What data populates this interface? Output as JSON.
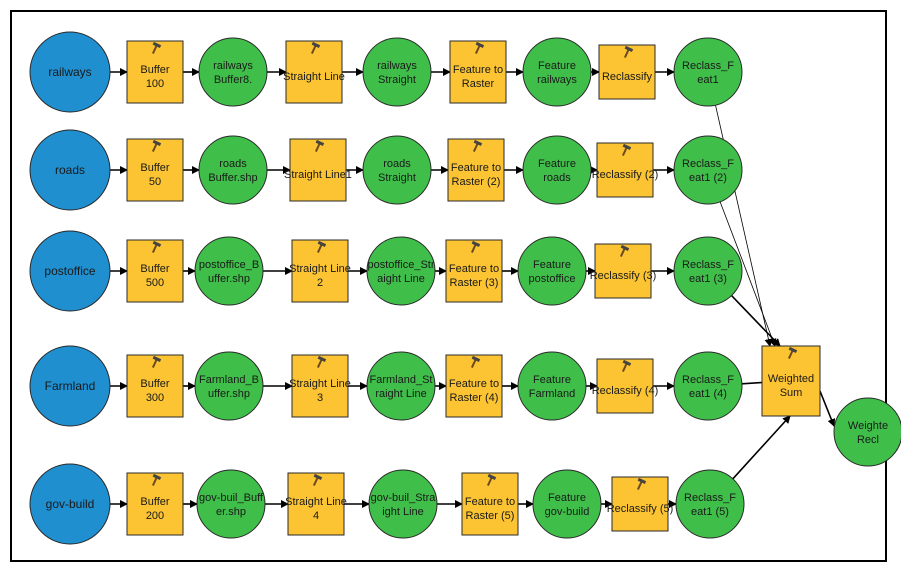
{
  "colors": {
    "input": "#1f8fd0",
    "tool": "#fcc432",
    "output": "#3fbf4a",
    "arrow": "#000000"
  },
  "rows": [
    {
      "input": "railways",
      "buffer": [
        "Buffer",
        "100"
      ],
      "buffer_out": [
        "railways",
        "Buffer8."
      ],
      "straight": [
        "Straight Line"
      ],
      "straight_out": [
        "railways",
        "Straight"
      ],
      "f2r": [
        "Feature to",
        "Raster"
      ],
      "f2r_out": [
        "Feature",
        "railways"
      ],
      "reclass": [
        "Reclassify"
      ],
      "reclass_out": [
        "Reclass_F",
        "eat1"
      ]
    },
    {
      "input": "roads",
      "buffer": [
        "Buffer",
        "50"
      ],
      "buffer_out": [
        "roads",
        "Buffer.shp"
      ],
      "straight": [
        "Straight Line1"
      ],
      "straight_out": [
        "roads",
        "Straight"
      ],
      "f2r": [
        "Feature to",
        "Raster (2)"
      ],
      "f2r_out": [
        "Feature",
        "roads"
      ],
      "reclass": [
        "Reclassify (2)"
      ],
      "reclass_out": [
        "Reclass_F",
        "eat1 (2)"
      ]
    },
    {
      "input": "postoffice",
      "buffer": [
        "Buffer",
        "500"
      ],
      "buffer_out": [
        "postoffice_B",
        "uffer.shp"
      ],
      "straight": [
        "Straight Line",
        "2"
      ],
      "straight_out": [
        "postoffice_Str",
        "aight Line"
      ],
      "f2r": [
        "Feature to",
        "Raster (3)"
      ],
      "f2r_out": [
        "Feature",
        "postoffice"
      ],
      "reclass": [
        "Reclassify (3)"
      ],
      "reclass_out": [
        "Reclass_F",
        "eat1 (3)"
      ]
    },
    {
      "input": "Farmland",
      "buffer": [
        "Buffer",
        "300"
      ],
      "buffer_out": [
        "Farmland_B",
        "uffer.shp"
      ],
      "straight": [
        "Straight Line",
        "3"
      ],
      "straight_out": [
        "Farmland_St",
        "raight Line"
      ],
      "f2r": [
        "Feature to",
        "Raster (4)"
      ],
      "f2r_out": [
        "Feature",
        "Farmland"
      ],
      "reclass": [
        "Reclassify (4)"
      ],
      "reclass_out": [
        "Reclass_F",
        "eat1 (4)"
      ]
    },
    {
      "input": "gov-build",
      "buffer": [
        "Buffer",
        "200"
      ],
      "buffer_out": [
        "gov-buil_Buff",
        "er.shp"
      ],
      "straight": [
        "Straight Line",
        "4"
      ],
      "straight_out": [
        "gov-buil_Stra",
        "ight Line"
      ],
      "f2r": [
        "Feature to",
        "Raster (5)"
      ],
      "f2r_out": [
        "Feature",
        "gov-build"
      ],
      "reclass": [
        "Reclassify (5)"
      ],
      "reclass_out": [
        "Reclass_F",
        "eat1 (5)"
      ]
    }
  ],
  "weighted_sum": [
    "Weighted",
    "Sum"
  ],
  "final_output": [
    "Weighte",
    "Recl"
  ]
}
